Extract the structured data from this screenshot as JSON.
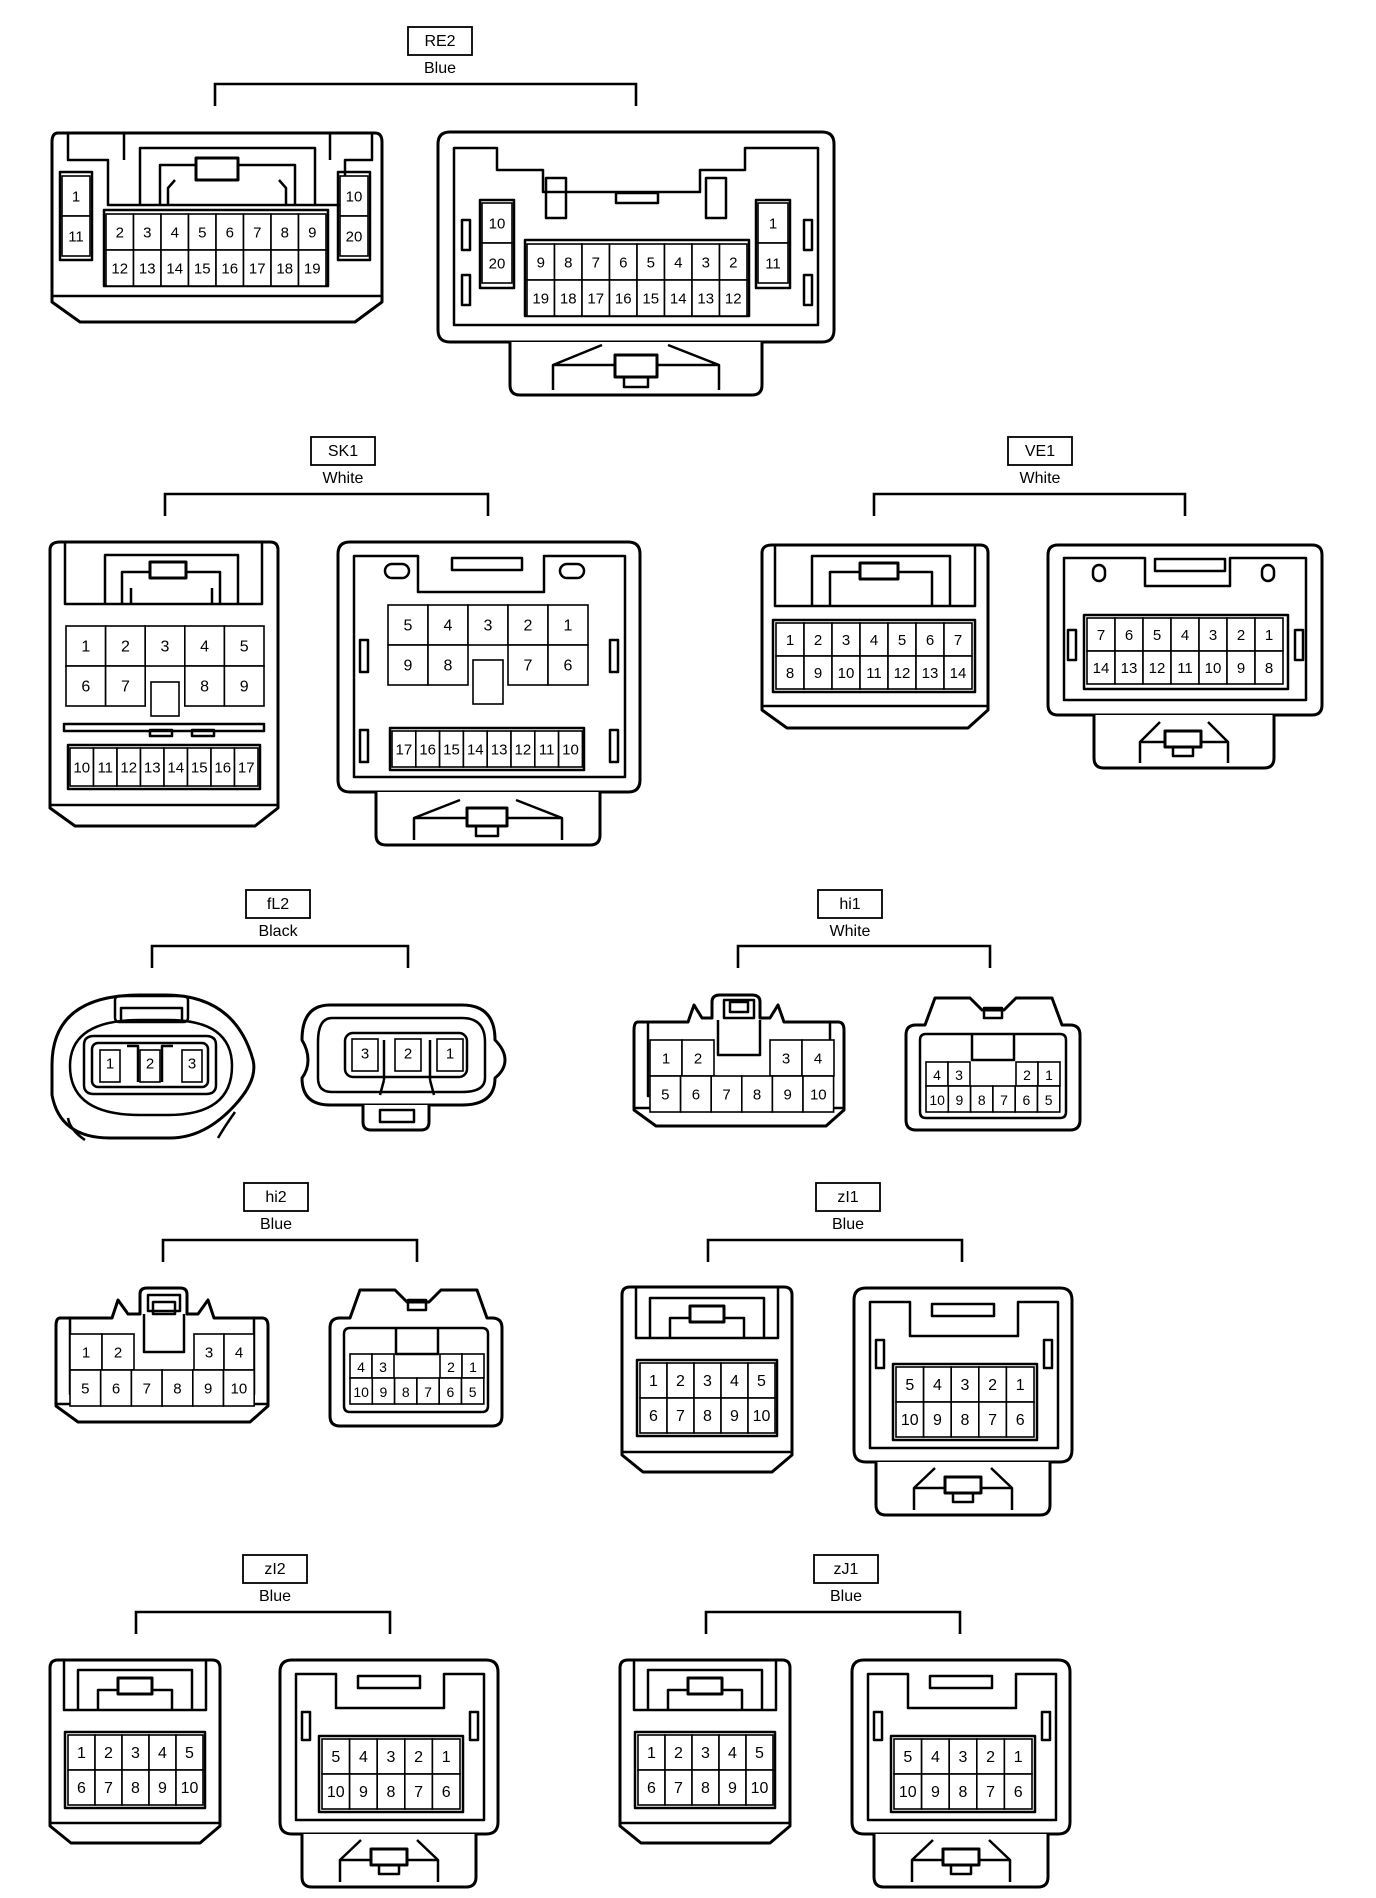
{
  "connectors": [
    {
      "code": "RE2",
      "color": "Blue",
      "left": {
        "rows": [
          [
            "1",
            "2",
            "3",
            "4",
            "5",
            "6",
            "7",
            "8",
            "9",
            "10"
          ],
          [
            "11",
            "12",
            "13",
            "14",
            "15",
            "16",
            "17",
            "18",
            "19",
            "20"
          ]
        ]
      },
      "right": {
        "rows": [
          [
            "10",
            "9",
            "8",
            "7",
            "6",
            "5",
            "4",
            "3",
            "2",
            "1"
          ],
          [
            "20",
            "19",
            "18",
            "17",
            "16",
            "15",
            "14",
            "13",
            "12",
            "11"
          ]
        ]
      }
    },
    {
      "code": "SK1",
      "color": "White",
      "left": {
        "rows": [
          [
            "1",
            "2",
            "3",
            "4",
            "5"
          ],
          [
            "6",
            "7",
            "8",
            "9"
          ],
          [
            "10",
            "11",
            "12",
            "13",
            "14",
            "15",
            "16",
            "17"
          ]
        ]
      },
      "right": {
        "rows": [
          [
            "5",
            "4",
            "3",
            "2",
            "1"
          ],
          [
            "9",
            "8",
            "7",
            "6"
          ],
          [
            "17",
            "16",
            "15",
            "14",
            "13",
            "12",
            "11",
            "10"
          ]
        ]
      }
    },
    {
      "code": "VE1",
      "color": "White",
      "left": {
        "rows": [
          [
            "1",
            "2",
            "3",
            "4",
            "5",
            "6",
            "7"
          ],
          [
            "8",
            "9",
            "10",
            "11",
            "12",
            "13",
            "14"
          ]
        ]
      },
      "right": {
        "rows": [
          [
            "7",
            "6",
            "5",
            "4",
            "3",
            "2",
            "1"
          ],
          [
            "14",
            "13",
            "12",
            "11",
            "10",
            "9",
            "8"
          ]
        ]
      }
    },
    {
      "code": "fL2",
      "color": "Black",
      "left": {
        "rows": [
          [
            "1",
            "2",
            "3"
          ]
        ]
      },
      "right": {
        "rows": [
          [
            "3",
            "2",
            "1"
          ]
        ]
      }
    },
    {
      "code": "hi1",
      "color": "White",
      "left": {
        "rows": [
          [
            "1",
            "2",
            "3",
            "4"
          ],
          [
            "5",
            "6",
            "7",
            "8",
            "9",
            "10"
          ]
        ]
      },
      "right": {
        "rows": [
          [
            "4",
            "3",
            "2",
            "1"
          ],
          [
            "10",
            "9",
            "8",
            "7",
            "6",
            "5"
          ]
        ]
      }
    },
    {
      "code": "hi2",
      "color": "Blue",
      "left": {
        "rows": [
          [
            "1",
            "2",
            "3",
            "4"
          ],
          [
            "5",
            "6",
            "7",
            "8",
            "9",
            "10"
          ]
        ]
      },
      "right": {
        "rows": [
          [
            "4",
            "3",
            "2",
            "1"
          ],
          [
            "10",
            "9",
            "8",
            "7",
            "6",
            "5"
          ]
        ]
      }
    },
    {
      "code": "zI1",
      "color": "Blue",
      "left": {
        "rows": [
          [
            "1",
            "2",
            "3",
            "4",
            "5"
          ],
          [
            "6",
            "7",
            "8",
            "9",
            "10"
          ]
        ]
      },
      "right": {
        "rows": [
          [
            "5",
            "4",
            "3",
            "2",
            "1"
          ],
          [
            "10",
            "9",
            "8",
            "7",
            "6"
          ]
        ]
      }
    },
    {
      "code": "zI2",
      "color": "Blue",
      "left": {
        "rows": [
          [
            "1",
            "2",
            "3",
            "4",
            "5"
          ],
          [
            "6",
            "7",
            "8",
            "9",
            "10"
          ]
        ]
      },
      "right": {
        "rows": [
          [
            "5",
            "4",
            "3",
            "2",
            "1"
          ],
          [
            "10",
            "9",
            "8",
            "7",
            "6"
          ]
        ]
      }
    },
    {
      "code": "zJ1",
      "color": "Blue",
      "left": {
        "rows": [
          [
            "1",
            "2",
            "3",
            "4",
            "5"
          ],
          [
            "6",
            "7",
            "8",
            "9",
            "10"
          ]
        ]
      },
      "right": {
        "rows": [
          [
            "5",
            "4",
            "3",
            "2",
            "1"
          ],
          [
            "10",
            "9",
            "8",
            "7",
            "6"
          ]
        ]
      }
    }
  ]
}
